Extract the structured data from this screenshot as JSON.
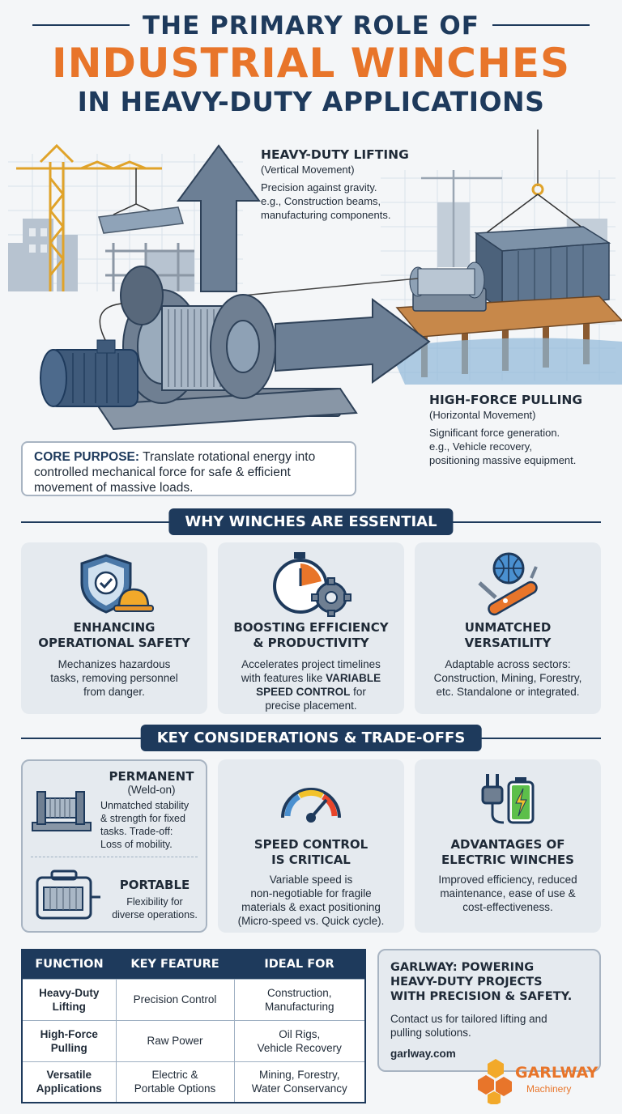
{
  "title": {
    "line1": "THE PRIMARY ROLE OF",
    "line2": "INDUSTRIAL WINCHES",
    "line3": "IN HEAVY-DUTY APPLICATIONS"
  },
  "hero": {
    "lifting": {
      "heading": "HEAVY-DUTY LIFTING",
      "sub": "(Vertical Movement)",
      "body1": "Precision against gravity.",
      "body2": "e.g., Construction beams,",
      "body3": "manufacturing components."
    },
    "pulling": {
      "heading": "HIGH-FORCE PULLING",
      "sub": "(Horizontal Movement)",
      "body1": "Significant force generation.",
      "body2": "e.g., Vehicle recovery,",
      "body3": "positioning massive equipment."
    },
    "core": {
      "label": "CORE PURPOSE:",
      "text": "Translate rotational energy into controlled mechanical force for safe & efficient movement of massive loads."
    }
  },
  "why": {
    "header": "WHY WINCHES ARE ESSENTIAL",
    "cards": [
      {
        "title1": "ENHANCING",
        "title2": "OPERATIONAL SAFETY",
        "body1": "Mechanizes hazardous",
        "body2": "tasks, removing personnel",
        "body3": "from danger.",
        "icon": "shield-helmet-icon"
      },
      {
        "title1": "BOOSTING EFFICIENCY",
        "title2": "& PRODUCTIVITY",
        "body1": "Accelerates project timelines",
        "body2": "with features like",
        "body2b": "VARIABLE",
        "body3": "SPEED CONTROL",
        "body3b": "for",
        "body4": "precise placement.",
        "icon": "stopwatch-gear-icon"
      },
      {
        "title1": "UNMATCHED",
        "title2": "VERSATILITY",
        "body1": "Adaptable across sectors:",
        "body2": "Construction, Mining, Forestry,",
        "body3": "etc. Standalone or integrated.",
        "icon": "globe-multitool-icon"
      }
    ]
  },
  "considerations": {
    "header": "KEY CONSIDERATIONS & TRADE-OFFS",
    "permanent": {
      "title": "PERMANENT",
      "sub": "(Weld-on)",
      "body1": "Unmatched stability",
      "body2": "& strength for fixed",
      "body3": "tasks. Trade-off:",
      "body4": "Loss of mobility."
    },
    "portable": {
      "title": "PORTABLE",
      "body1": "Flexibility for",
      "body2": "diverse operations."
    },
    "speed": {
      "title1": "SPEED CONTROL",
      "title2": "IS CRITICAL",
      "body1": "Variable speed is",
      "body2": "non-negotiable for fragile",
      "body3": "materials & exact positioning",
      "body4": "(Micro-speed vs. Quick cycle)."
    },
    "electric": {
      "title1": "ADVANTAGES OF",
      "title2": "ELECTRIC WINCHES",
      "body1": "Improved efficiency, reduced",
      "body2": "maintenance, ease of use &",
      "body3": "cost-effectiveness."
    }
  },
  "table": {
    "headers": [
      "FUNCTION",
      "KEY FEATURE",
      "IDEAL FOR"
    ],
    "rows": [
      {
        "fn1": "Heavy-Duty",
        "fn2": "Lifting",
        "feat1": "Precision Control",
        "feat2": "",
        "ideal1": "Construction,",
        "ideal2": "Manufacturing"
      },
      {
        "fn1": "High-Force",
        "fn2": "Pulling",
        "feat1": "Raw Power",
        "feat2": "",
        "ideal1": "Oil Rigs,",
        "ideal2": "Vehicle Recovery"
      },
      {
        "fn1": "Versatile",
        "fn2": "Applications",
        "feat1": "Electric &",
        "feat2": "Portable Options",
        "ideal1": "Mining, Forestry,",
        "ideal2": "Water Conservancy"
      }
    ]
  },
  "cta": {
    "heading1": "GARLWAY: POWERING",
    "heading2": "HEAVY-DUTY PROJECTS",
    "heading3": "WITH PRECISION & SAFETY.",
    "body1": "Contact us for tailored lifting and",
    "body2": "pulling solutions.",
    "url": "garlway.com"
  },
  "logo": {
    "brand": "GARLWAY",
    "tag": "Machinery"
  },
  "colors": {
    "navy": "#1e3a5c",
    "orange": "#e8752a",
    "card": "#e5eaef"
  }
}
